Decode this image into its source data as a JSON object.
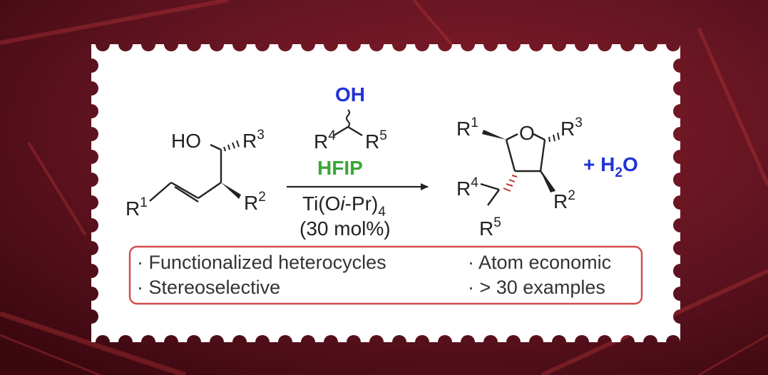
{
  "colors": {
    "background": "#5a0f1c",
    "background_rays": "#c23a3a",
    "stamp": "#ffffff",
    "reagent_green": "#3aa636",
    "oh_blue": "#2233d6",
    "box_border": "#d24a4a",
    "text": "#222222"
  },
  "reactant": {
    "ho": "HO",
    "r1": "R",
    "r1_sup": "1",
    "r2": "R",
    "r2_sup": "2",
    "r3": "R",
    "r3_sup": "3"
  },
  "alcohol": {
    "oh": "OH",
    "r4": "R",
    "r4_sup": "4",
    "r5": "R",
    "r5_sup": "5"
  },
  "conditions": {
    "solvent": "HFIP",
    "catalyst_prefix": "Ti(O",
    "catalyst_italic": "i",
    "catalyst_suffix": "-Pr)",
    "catalyst_sub": "4",
    "loading": "(30 mol%)"
  },
  "product": {
    "o": "O",
    "r1": "R",
    "r1_sup": "1",
    "r2": "R",
    "r2_sup": "2",
    "r3": "R",
    "r3_sup": "3",
    "r4": "R",
    "r4_sup": "4",
    "r5": "R",
    "r5_sup": "5"
  },
  "byproduct": {
    "plus": "+ H",
    "sub": "2",
    "o": "O"
  },
  "features": {
    "item1": "· Functionalized heterocycles",
    "item2": "· Stereoselective",
    "item3": "· Atom economic",
    "item4": "· > 30 examples"
  }
}
